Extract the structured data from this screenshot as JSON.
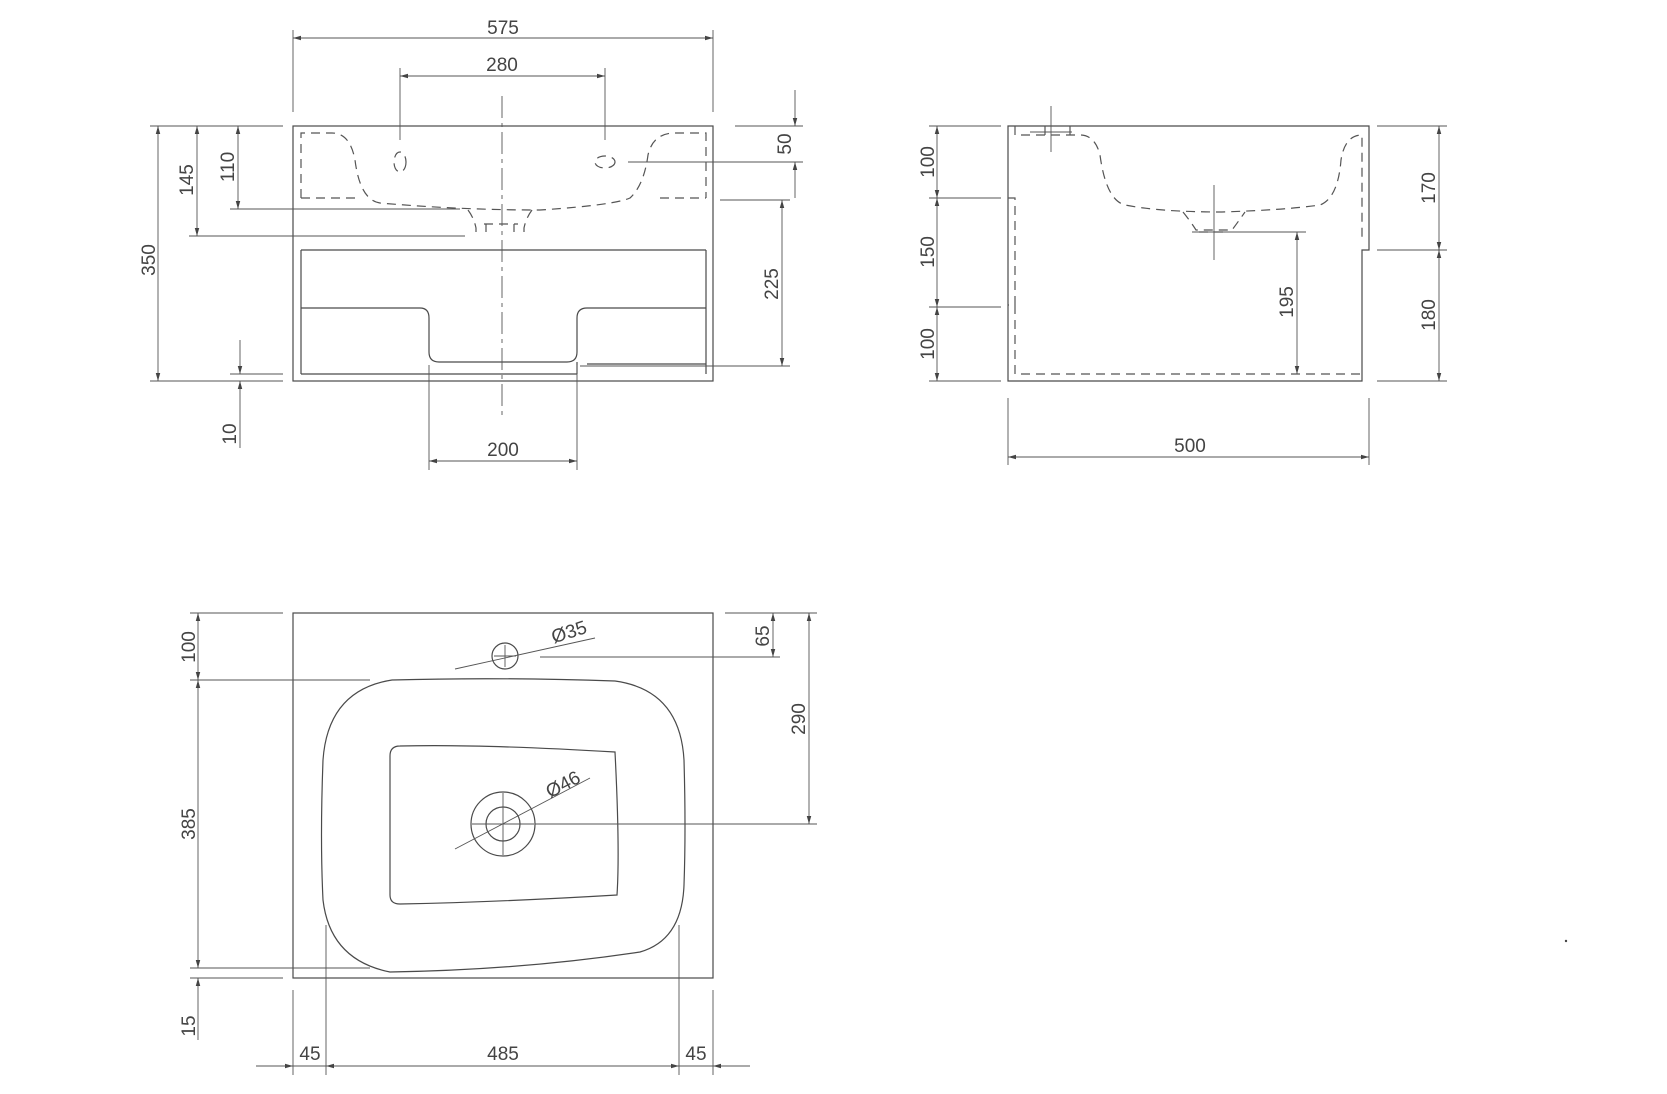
{
  "dimensions": {
    "front_width": "575",
    "tap_spacing": "280",
    "tap_hole_top": "50",
    "bowl_depth": "110",
    "drain_depth": "145",
    "total_height": "350",
    "drain_to_bottom": "225",
    "base_offset": "10",
    "cutout_width": "200",
    "side_upper": "100",
    "side_middle": "150",
    "side_lower": "100",
    "side_right_upper": "170",
    "side_right_lower": "180",
    "side_drain_height": "195",
    "side_depth": "500",
    "top_back_margin": "100",
    "tap_hole_offset": "65",
    "tap_hole_diameter": "Ø35",
    "drain_distance": "290",
    "bowl_length": "385",
    "front_margin": "15",
    "left_margin": "45",
    "bowl_width": "485",
    "right_margin": "45",
    "drain_diameter": "Ø46"
  }
}
